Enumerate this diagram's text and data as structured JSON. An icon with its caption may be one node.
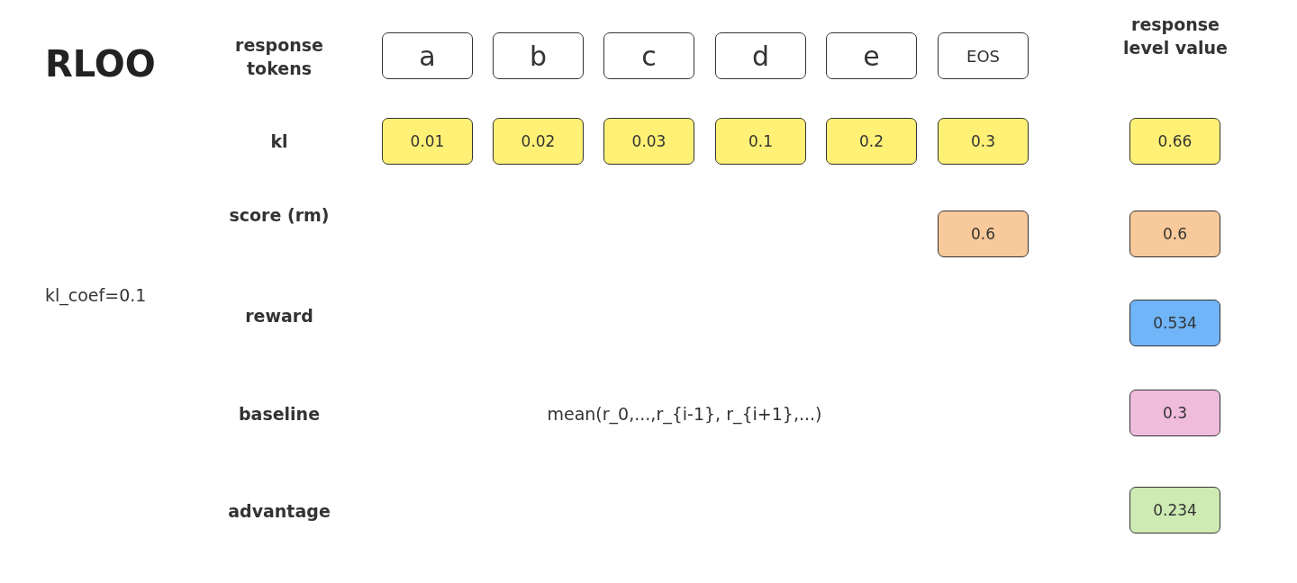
{
  "diagram": {
    "title": "RLOO",
    "nodes": [
      {
        "text": [
          "a"
        ]
      },
      {
        "text": [
          "b"
        ]
      },
      {
        "text": [
          "c"
        ]
      },
      {
        "text": [
          "d"
        ]
      },
      {
        "text": [
          "e"
        ]
      },
      {
        "text": [
          "EOS"
        ]
      },
      {
        "text": [
          "0.01"
        ]
      },
      {
        "text": [
          "0.02"
        ]
      },
      {
        "text": [
          "0.03"
        ]
      },
      {
        "text": [
          "0.1"
        ]
      },
      {
        "text": [
          "0.2"
        ]
      },
      {
        "text": [
          "0.3"
        ]
      },
      {
        "text": [
          "0.66"
        ]
      },
      {
        "text": [
          "0.6"
        ]
      },
      {
        "text": [
          "0.6"
        ]
      },
      {
        "text": [
          "0.534"
        ]
      },
      {
        "text": [
          "0.3"
        ]
      },
      {
        "text": [
          "0.234"
        ]
      }
    ],
    "labels": [
      "response tokens",
      "response level value",
      "kl",
      "score (rm)",
      "kl_coef=0.1",
      "reward",
      "baseline",
      "mean(r_0,...,r_{i-1}, r_{i+1},...)",
      "advantage"
    ]
  }
}
